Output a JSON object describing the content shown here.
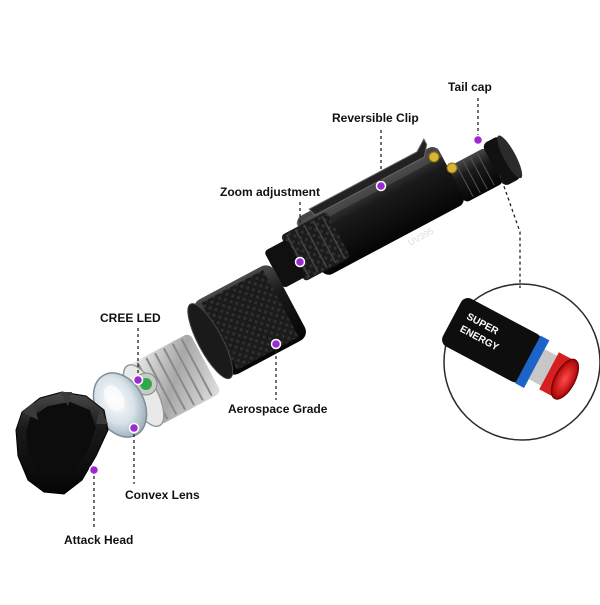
{
  "labels": {
    "tail_cap": "Tail cap",
    "reversible_clip": "Reversible Clip",
    "zoom_adjustment": "Zoom adjustment",
    "cree_led": "CREE LED",
    "aerospace_grade": "Aerospace Grade",
    "convex_lens": "Convex Lens",
    "attack_head": "Attack Head"
  },
  "body_text": {
    "model": "UV395"
  },
  "battery_text": {
    "line1": "SUPER",
    "line2": "ENERGY"
  },
  "colors": {
    "marker": "#9b2bd1",
    "body": "#151515",
    "battery_blue": "#1e63c7",
    "battery_red": "#d61f1f",
    "led_green": "#2fa84a"
  }
}
